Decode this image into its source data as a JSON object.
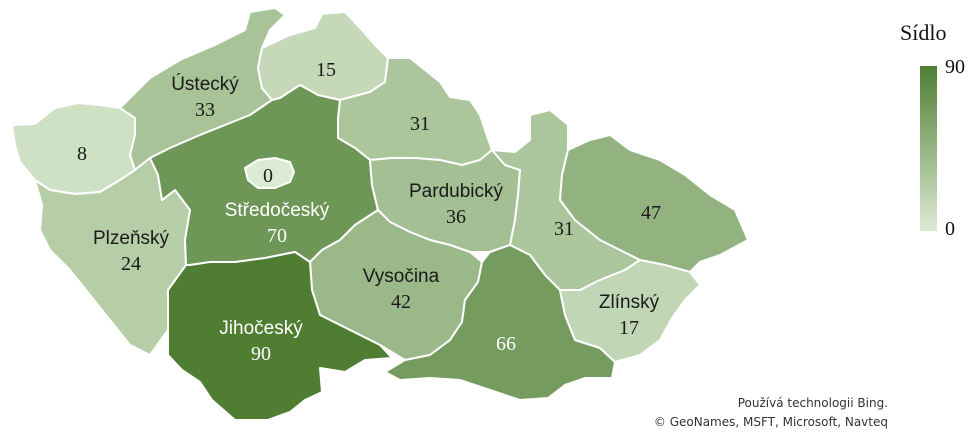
{
  "legend": {
    "title": "Sídlo",
    "max_label": "90",
    "min_label": "0",
    "min_value": 0,
    "max_value": 90,
    "color_low": "#dcebd3",
    "color_high": "#4f7e33"
  },
  "attribution": {
    "line1": "Používá technologii Bing.",
    "line2": "© GeoNames, MSFT, Microsoft, Navteq"
  },
  "regions": [
    {
      "id": "karlovarsky",
      "name": "",
      "value": 8,
      "value_label": "8"
    },
    {
      "id": "ustecky",
      "name": "Ústecký",
      "value": 33,
      "value_label": "33"
    },
    {
      "id": "liberecky",
      "name": "",
      "value": 15,
      "value_label": "15"
    },
    {
      "id": "kralovehradecky",
      "name": "",
      "value": 31,
      "value_label": "31"
    },
    {
      "id": "plzensky",
      "name": "Plzeňský",
      "value": 24,
      "value_label": "24"
    },
    {
      "id": "stredocesky",
      "name": "Středočeský",
      "value": 70,
      "value_label": "70"
    },
    {
      "id": "praha",
      "name": "",
      "value": 0,
      "value_label": "0"
    },
    {
      "id": "pardubicky",
      "name": "Pardubický",
      "value": 36,
      "value_label": "36"
    },
    {
      "id": "olomoucky",
      "name": "",
      "value": 31,
      "value_label": "31"
    },
    {
      "id": "moravskoslezsky",
      "name": "",
      "value": 47,
      "value_label": "47"
    },
    {
      "id": "vysocina",
      "name": "Vysočina",
      "value": 42,
      "value_label": "42"
    },
    {
      "id": "jihocesky",
      "name": "Jihočeský",
      "value": 90,
      "value_label": "90"
    },
    {
      "id": "jihomoravsky",
      "name": "",
      "value": 66,
      "value_label": "66"
    },
    {
      "id": "zlinsky",
      "name": "Zlínský",
      "value": 17,
      "value_label": "17"
    }
  ]
}
